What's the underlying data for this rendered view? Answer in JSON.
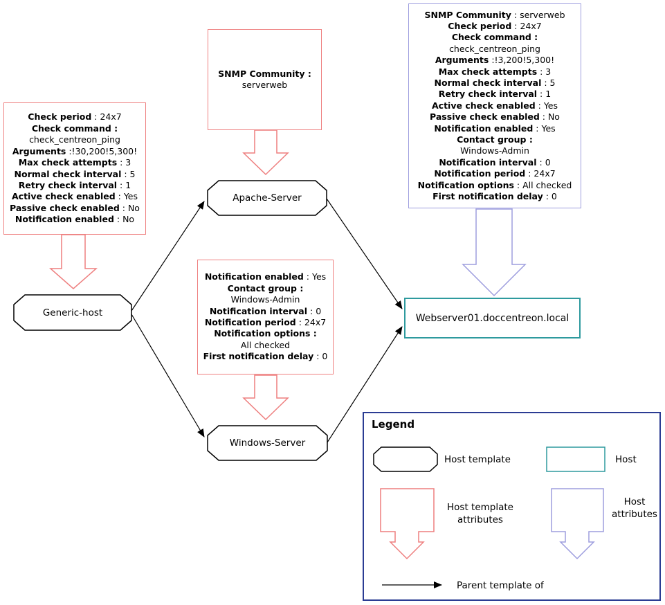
{
  "nodes": {
    "generic_host": {
      "label": "Generic-host"
    },
    "apache_server": {
      "label": "Apache-Server"
    },
    "windows_server": {
      "label": "Windows-Server"
    },
    "webserver": {
      "label": "Webserver01.doccentreon.local"
    }
  },
  "attribute_boxes": {
    "generic_host_attrs": {
      "lines": [
        {
          "b": "Check period",
          "t": " : 24x7"
        },
        {
          "b": "Check command :",
          "t": ""
        },
        {
          "b": "",
          "t": "check_centreon_ping"
        },
        {
          "b": "Arguments",
          "t": " :!30,200!5,300!"
        },
        {
          "b": "Max check attempts",
          "t": " : 3"
        },
        {
          "b": "Normal check interval",
          "t": " : 5"
        },
        {
          "b": "Retry check interval",
          "t": " : 1"
        },
        {
          "b": "Active check enabled",
          "t": " : Yes"
        },
        {
          "b": "Passive check enabled",
          "t": " : No"
        },
        {
          "b": "Notification enabled",
          "t": " : No"
        }
      ]
    },
    "apache_attrs": {
      "lines": [
        {
          "b": "SNMP Community :",
          "t": ""
        },
        {
          "b": "",
          "t": "serverweb"
        }
      ]
    },
    "windows_attrs": {
      "lines": [
        {
          "b": "Notification enabled",
          "t": " : Yes"
        },
        {
          "b": "Contact group :",
          "t": ""
        },
        {
          "b": "",
          "t": "Windows-Admin"
        },
        {
          "b": "Notification interval",
          "t": " : 0"
        },
        {
          "b": "Notification period",
          "t": " : 24x7"
        },
        {
          "b": "Notification options :",
          "t": ""
        },
        {
          "b": "",
          "t": "All checked"
        },
        {
          "b": "First notification delay",
          "t": " : 0"
        }
      ]
    },
    "webserver_attrs": {
      "lines": [
        {
          "b": "SNMP Community",
          "t": " : serverweb"
        },
        {
          "b": "Check period",
          "t": " : 24x7"
        },
        {
          "b": "Check command :",
          "t": ""
        },
        {
          "b": "",
          "t": "check_centreon_ping"
        },
        {
          "b": "Arguments",
          "t": " :!3,200!5,300!"
        },
        {
          "b": "Max check attempts",
          "t": " : 3"
        },
        {
          "b": "Normal check interval",
          "t": " : 5"
        },
        {
          "b": "Retry check interval",
          "t": " : 1"
        },
        {
          "b": "Active check enabled",
          "t": " : Yes"
        },
        {
          "b": "Passive check enabled",
          "t": " : No"
        },
        {
          "b": "Notification enabled",
          "t": " : Yes"
        },
        {
          "b": "Contact group :",
          "t": ""
        },
        {
          "b": "",
          "t": "Windows-Admin"
        },
        {
          "b": "Notification interval",
          "t": " : 0"
        },
        {
          "b": "Notification period",
          "t": " : 24x7"
        },
        {
          "b": "Notification options",
          "t": " : All checked"
        },
        {
          "b": "First notification delay",
          "t": " : 0"
        }
      ]
    }
  },
  "edges": [
    {
      "from": "Generic-host",
      "to": "Apache-Server",
      "relation": "Parent template of"
    },
    {
      "from": "Generic-host",
      "to": "Windows-Server",
      "relation": "Parent template of"
    },
    {
      "from": "Apache-Server",
      "to": "Webserver01.doccentreon.local",
      "relation": "Parent template of"
    },
    {
      "from": "Windows-Server",
      "to": "Webserver01.doccentreon.local",
      "relation": "Parent template of"
    }
  ],
  "legend": {
    "title": "Legend",
    "host_template": "Host template",
    "host": "Host",
    "host_template_attributes": "Host template attributes",
    "host_attributes": "Host attributes",
    "parent_template_of": "Parent template of"
  },
  "colors": {
    "host_template_attribute": "#ee7f7f",
    "host_attribute": "#9d9dde",
    "host_border": "#2e9a9e",
    "legend_border": "#2b3c93",
    "edge": "#000000"
  }
}
